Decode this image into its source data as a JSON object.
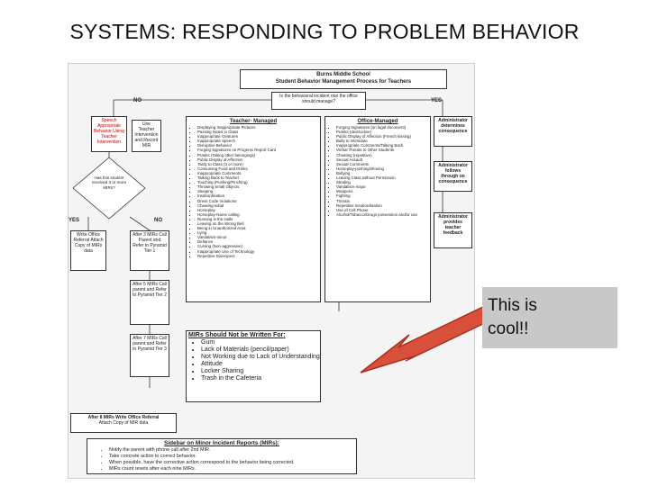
{
  "slide": {
    "title": "SYSTEMS: RESPONDING TO PROBLEM BEHAVIOR",
    "note_line1": "This is",
    "note_line2": "cool!!"
  },
  "flowchart": {
    "header_line1": "Burns Middle School",
    "header_line2": "Student Behavior Management Process for Teachers",
    "question": "Is the behavioral incident one the office should manage?",
    "no_label": "NO",
    "yes_label": "YES",
    "teacher_intervention": "Speech Appropriate Behavior Using Teacher Intervention",
    "use_teacher": "Use Teacher Intervention and Record MIR",
    "diamond": "Has this student received 3 or more MIRs?",
    "branch_yes": "YES",
    "branch_no": "NO",
    "write_referral": "Write Office Referral Attach Copy of MIRs data",
    "after3": "After 3 MIRs Call Parent and Refer to Pyramid Tier 1",
    "after5": "After 5 MIRs Call parent and Refer to Pyramid Tier 2",
    "after7": "After 7 MIRs Call parent and Refer to Pyramid Tier 3",
    "after8_line1": "After 8 MIRs Write Office Referral",
    "after8_line2": "Attach Copy of MIR data",
    "teacher_managed": {
      "heading": "Teacher- Managed",
      "items": [
        "Displaying Inappropriate Pictures",
        "Passing Notes in Class",
        "Inappropriate Gestures",
        "Inappropriate Speech",
        "Disruptive Behavior",
        "Forging Signatures on Progress Report Card",
        "Pranks (Taking other belongings)",
        "Public Display of Affection",
        "Tardy to Class (3 or more)",
        "Consuming Food and Drinks",
        "Inappropriate Comments",
        "Talking Back to Teacher",
        "Touching (Pushing/Pinching)",
        "Throwing Small Objects",
        "Sleeping",
        "Insubordination",
        "Dress Code Violations",
        "Cheating-initial",
        "Horseplay",
        "Horseplay-Name calling",
        "Running in the Halls",
        "Leaving on the Wrong Bell",
        "Being in Unauthorized Area",
        "Lying",
        "Vandalism-minor",
        "Defiance",
        "Cursing (Non-aggressive)",
        "Inappropriate Use of Technology",
        "Repetitive Disrespect"
      ]
    },
    "office_managed": {
      "heading": "Office-Managed",
      "items": [
        "Forging Signatures (on legal document)",
        "Pranks (destructive)",
        "Public Display of Affection (French kissing)",
        "Bully to Intimidate",
        "Inappropriate Comments/Talking Back",
        "Verbal Threats to Other Students",
        "Cheating (repetitive)",
        "Sexual Assault",
        "Sexual Comments",
        "Horseplay-pushing/shoving",
        "Bullying",
        "Leaving Class without Permission",
        "Stealing",
        "Vandalism-major",
        "Weapons",
        "Fighting",
        "Threats",
        "Repetitive Insubordination",
        "Use of Cell Phone",
        "Alcohol/Tobacco/Drugs possession and/or use"
      ]
    },
    "admin1": "Administrator determines consequence",
    "admin2": "Administrator follows through on consequence",
    "admin3": "Administrator provides teacher feedback",
    "mir": {
      "heading": "MIRs Should Not be Written For:",
      "items": [
        "Gum",
        "Lack of Materials (pencil/paper)",
        "Not Working due to Lack of Understanding",
        "Attitude",
        "Locker Sharing",
        "Trash in the Cafeteria"
      ]
    },
    "sidebar": {
      "heading": "Sidebar on Minor Incident Reports (MIRs):",
      "items": [
        "Notify the parent with phone call after 2nd MIR.",
        "Take concrete action to correct behavior.",
        "When possible, have the corrective action correspond to the behavior being corrected.",
        "MIRs count resets after each nine MIRs."
      ]
    }
  },
  "colors": {
    "arrow_fill": "#d9503a",
    "arrow_stroke": "#a63221",
    "note_bg": "#c8c8c8"
  }
}
